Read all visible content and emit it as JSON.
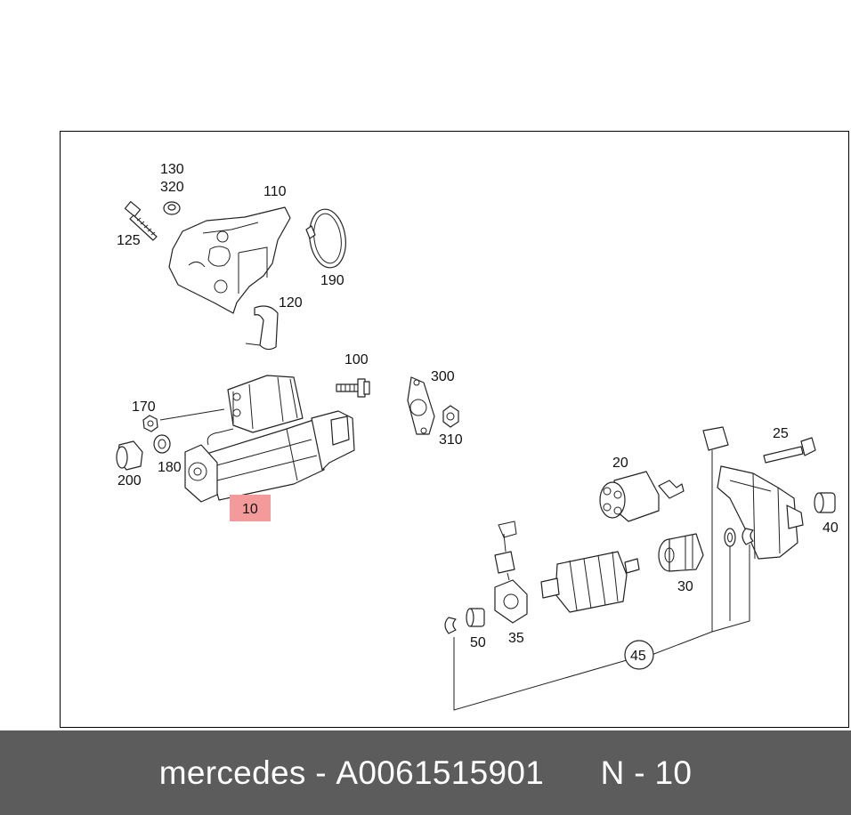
{
  "labels": {
    "p130": "130",
    "p320": "320",
    "p110": "110",
    "p125": "125",
    "p190": "190",
    "p120": "120",
    "p100": "100",
    "p300": "300",
    "p310": "310",
    "p170": "170",
    "p180": "180",
    "p200": "200",
    "p10": "10",
    "p20": "20",
    "p25": "25",
    "p40": "40",
    "p30": "30",
    "p50": "50",
    "p35": "35",
    "p45": "45"
  },
  "highlight_color": "#f59a9a",
  "footer": {
    "brand": "mercedes",
    "sep": " - ",
    "part_number": "A0061515901",
    "position": "N - 10",
    "background": "#5c5c5c"
  }
}
